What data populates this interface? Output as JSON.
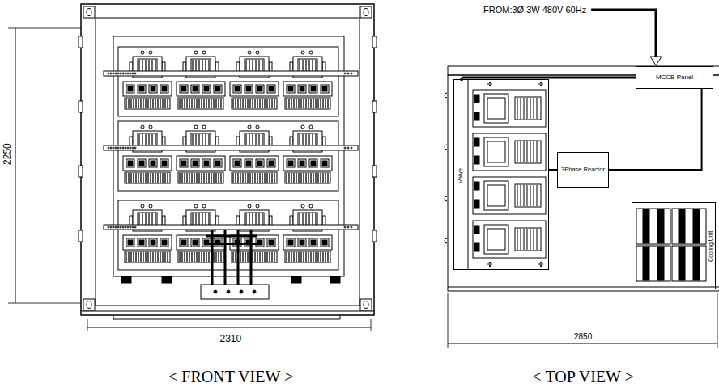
{
  "diagram": {
    "nodes": [
      {
        "text": [
          "MCCB Panel"
        ]
      },
      {
        "text": [
          "Valve"
        ]
      },
      {
        "text": [
          "3Phase Reactor"
        ]
      },
      {
        "text": [
          "Cooling Unit"
        ]
      }
    ],
    "edges": [
      {
        "from": 0,
        "to": 2,
        "arrow": "none"
      },
      {
        "from": 2,
        "to": 1,
        "arrow": "none"
      }
    ],
    "labels": [
      "2250",
      "2310",
      "< FRONT VIEW >",
      "FROM:3Ø 3W 480V 60Hz",
      "2850",
      "< TOP VIEW >"
    ]
  }
}
